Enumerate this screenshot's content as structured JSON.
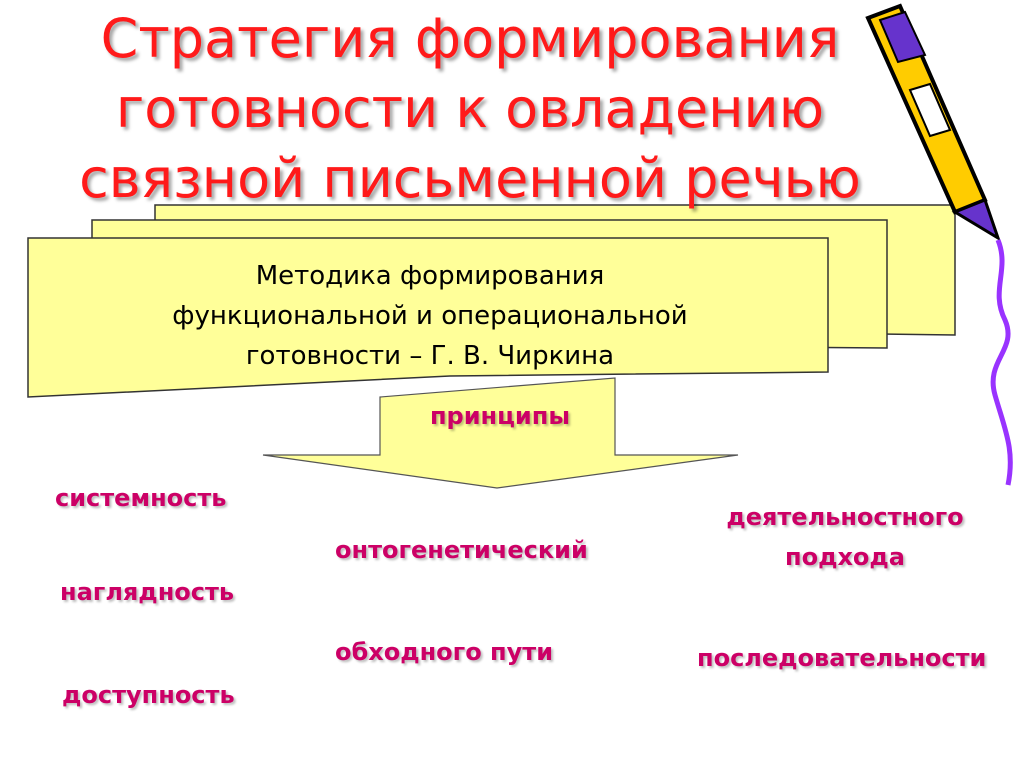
{
  "title": {
    "line1": "Стратегия формирования",
    "line2": "готовности к овладению",
    "line3": "связной письменной речью"
  },
  "methodology": {
    "line1": "Методика формирования",
    "line2": "функциональной и операциональной",
    "line3": "готовности – Г. В. Чиркина"
  },
  "arrow_label": "принципы",
  "principles": {
    "left": [
      "системность",
      "наглядность",
      "доступность"
    ],
    "middle": [
      "онтогенетический",
      "обходного пути"
    ],
    "right_top": [
      "деятельностного",
      "подхода"
    ],
    "right_bottom": "последовательности"
  },
  "colors": {
    "title": "#ff1a1a",
    "principle_text": "#cc0066",
    "box_fill": "#ffff99",
    "pencil_body": "#ffcc00",
    "pencil_tip": "#6633cc"
  }
}
